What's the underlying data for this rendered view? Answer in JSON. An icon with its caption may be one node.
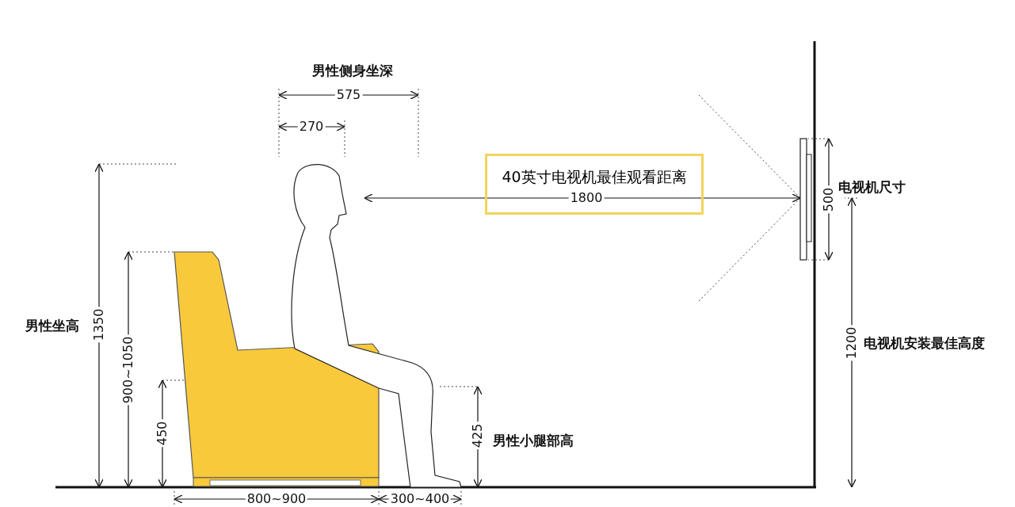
{
  "diagram": {
    "nodes": [
      {
        "text": [
          "40英寸电视机最佳观看距离"
        ]
      }
    ],
    "labels": [
      "男性侧身坐深",
      "575",
      "270",
      "1800",
      "电视机尺寸",
      "500",
      "男性坐高",
      "1350",
      "900~1050",
      "450",
      "425",
      "男性小腿部高",
      "1200",
      "电视机安装最佳高度",
      "800~900",
      "300~400"
    ]
  }
}
